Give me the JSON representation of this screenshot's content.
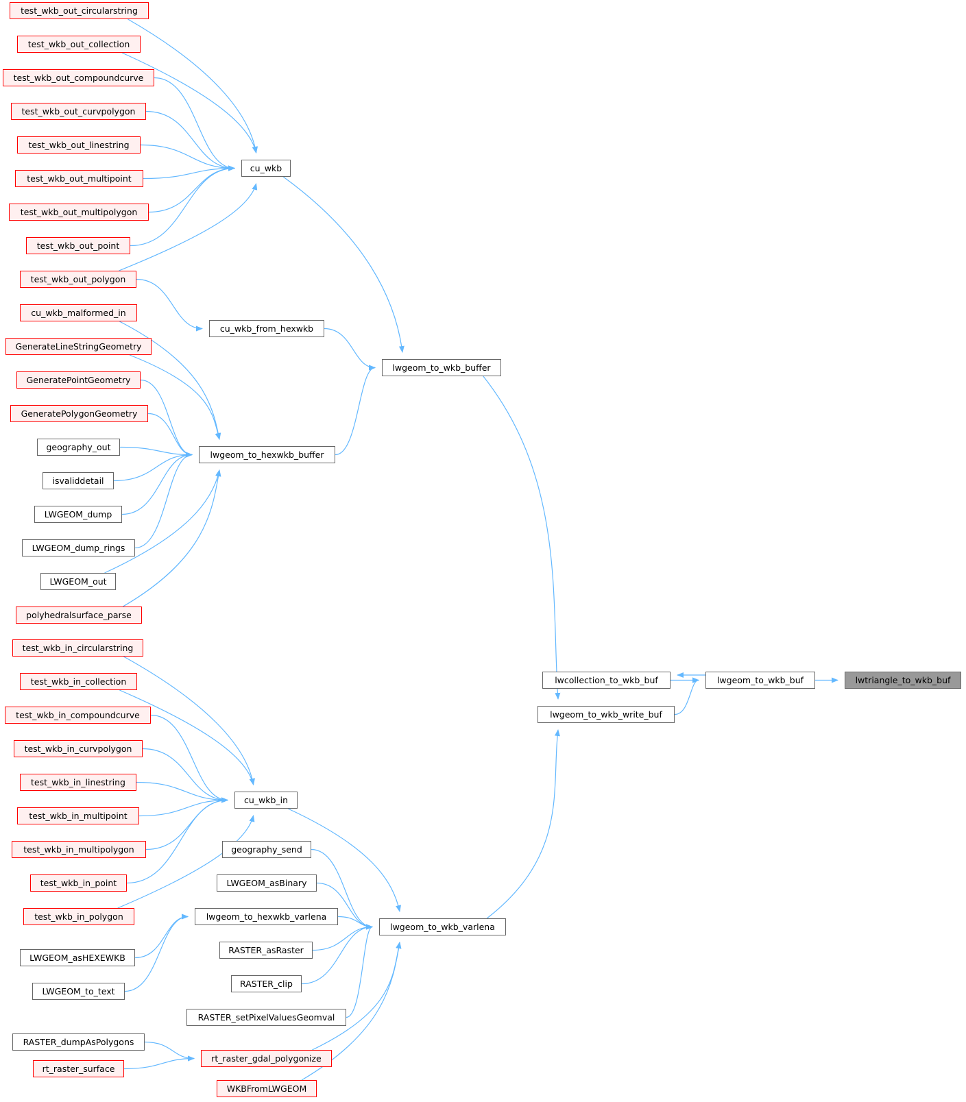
{
  "graph": {
    "title": "lwtriangle_to_wkb_buf caller graph",
    "colors": {
      "edge": "#63b8ff",
      "red_border": "#ff0000",
      "red_fill": "#fff0f0",
      "normal_border": "#666666",
      "focus_fill": "#999999"
    },
    "nodes": [
      {
        "id": "n0",
        "label": "lwtriangle_to_wkb_buf",
        "style": "gray"
      },
      {
        "id": "n1",
        "label": "lwgeom_to_wkb_buf",
        "style": "normal"
      },
      {
        "id": "n2",
        "label": "lwcollection_to_wkb_buf",
        "style": "normal"
      },
      {
        "id": "n3",
        "label": "lwgeom_to_wkb_write_buf",
        "style": "normal"
      },
      {
        "id": "n4",
        "label": "lwgeom_to_wkb_buffer",
        "style": "normal"
      },
      {
        "id": "n5",
        "label": "lwgeom_to_wkb_varlena",
        "style": "normal"
      },
      {
        "id": "n6",
        "label": "cu_wkb",
        "style": "normal"
      },
      {
        "id": "n7",
        "label": "cu_wkb_from_hexwkb",
        "style": "normal"
      },
      {
        "id": "n8",
        "label": "lwgeom_to_hexwkb_buffer",
        "style": "normal"
      },
      {
        "id": "n9",
        "label": "test_wkb_out_circularstring",
        "style": "red"
      },
      {
        "id": "n10",
        "label": "test_wkb_out_collection",
        "style": "red"
      },
      {
        "id": "n11",
        "label": "test_wkb_out_compoundcurve",
        "style": "red"
      },
      {
        "id": "n12",
        "label": "test_wkb_out_curvpolygon",
        "style": "red"
      },
      {
        "id": "n13",
        "label": "test_wkb_out_linestring",
        "style": "red"
      },
      {
        "id": "n14",
        "label": "test_wkb_out_multipoint",
        "style": "red"
      },
      {
        "id": "n15",
        "label": "test_wkb_out_multipolygon",
        "style": "red"
      },
      {
        "id": "n16",
        "label": "test_wkb_out_point",
        "style": "red"
      },
      {
        "id": "n17",
        "label": "test_wkb_out_polygon",
        "style": "red"
      },
      {
        "id": "n18",
        "label": "cu_wkb_malformed_in",
        "style": "red"
      },
      {
        "id": "n19",
        "label": "GenerateLineStringGeometry",
        "style": "red"
      },
      {
        "id": "n20",
        "label": "GeneratePointGeometry",
        "style": "red"
      },
      {
        "id": "n21",
        "label": "GeneratePolygonGeometry",
        "style": "red"
      },
      {
        "id": "n22",
        "label": "geography_out",
        "style": "normal"
      },
      {
        "id": "n23",
        "label": "isvaliddetail",
        "style": "normal"
      },
      {
        "id": "n24",
        "label": "LWGEOM_dump",
        "style": "normal"
      },
      {
        "id": "n25",
        "label": "LWGEOM_dump_rings",
        "style": "normal"
      },
      {
        "id": "n26",
        "label": "LWGEOM_out",
        "style": "normal"
      },
      {
        "id": "n27",
        "label": "polyhedralsurface_parse",
        "style": "red"
      },
      {
        "id": "n28",
        "label": "test_wkb_in_circularstring",
        "style": "red"
      },
      {
        "id": "n29",
        "label": "test_wkb_in_collection",
        "style": "red"
      },
      {
        "id": "n30",
        "label": "test_wkb_in_compoundcurve",
        "style": "red"
      },
      {
        "id": "n31",
        "label": "test_wkb_in_curvpolygon",
        "style": "red"
      },
      {
        "id": "n32",
        "label": "test_wkb_in_linestring",
        "style": "red"
      },
      {
        "id": "n33",
        "label": "test_wkb_in_multipoint",
        "style": "red"
      },
      {
        "id": "n34",
        "label": "test_wkb_in_multipolygon",
        "style": "red"
      },
      {
        "id": "n35",
        "label": "test_wkb_in_point",
        "style": "red"
      },
      {
        "id": "n36",
        "label": "test_wkb_in_polygon",
        "style": "red"
      },
      {
        "id": "n37",
        "label": "cu_wkb_in",
        "style": "normal"
      },
      {
        "id": "n38",
        "label": "geography_send",
        "style": "normal"
      },
      {
        "id": "n39",
        "label": "LWGEOM_asBinary",
        "style": "normal"
      },
      {
        "id": "n40",
        "label": "lwgeom_to_hexwkb_varlena",
        "style": "normal"
      },
      {
        "id": "n41",
        "label": "LWGEOM_asHEXEWKB",
        "style": "normal"
      },
      {
        "id": "n42",
        "label": "LWGEOM_to_text",
        "style": "normal"
      },
      {
        "id": "n43",
        "label": "RASTER_asRaster",
        "style": "normal"
      },
      {
        "id": "n44",
        "label": "RASTER_clip",
        "style": "normal"
      },
      {
        "id": "n45",
        "label": "RASTER_setPixelValuesGeomval",
        "style": "normal"
      },
      {
        "id": "n46",
        "label": "RASTER_dumpAsPolygons",
        "style": "normal"
      },
      {
        "id": "n47",
        "label": "rt_raster_gdal_polygonize",
        "style": "red"
      },
      {
        "id": "n48",
        "label": "rt_raster_surface",
        "style": "red"
      },
      {
        "id": "n49",
        "label": "WKBFromLWGEOM",
        "style": "red"
      }
    ],
    "edges": [
      [
        "n1",
        "n0"
      ],
      [
        "n2",
        "n1"
      ],
      [
        "n1",
        "n2"
      ],
      [
        "n3",
        "n1"
      ],
      [
        "n4",
        "n3"
      ],
      [
        "n5",
        "n3"
      ],
      [
        "n6",
        "n4"
      ],
      [
        "n7",
        "n4"
      ],
      [
        "n8",
        "n4"
      ],
      [
        "n9",
        "n6"
      ],
      [
        "n10",
        "n6"
      ],
      [
        "n11",
        "n6"
      ],
      [
        "n12",
        "n6"
      ],
      [
        "n13",
        "n6"
      ],
      [
        "n14",
        "n6"
      ],
      [
        "n15",
        "n6"
      ],
      [
        "n16",
        "n6"
      ],
      [
        "n17",
        "n6"
      ],
      [
        "n17",
        "n7"
      ],
      [
        "n18",
        "n8"
      ],
      [
        "n19",
        "n8"
      ],
      [
        "n20",
        "n8"
      ],
      [
        "n21",
        "n8"
      ],
      [
        "n22",
        "n8"
      ],
      [
        "n23",
        "n8"
      ],
      [
        "n24",
        "n8"
      ],
      [
        "n25",
        "n8"
      ],
      [
        "n26",
        "n8"
      ],
      [
        "n27",
        "n8"
      ],
      [
        "n28",
        "n37"
      ],
      [
        "n29",
        "n37"
      ],
      [
        "n30",
        "n37"
      ],
      [
        "n31",
        "n37"
      ],
      [
        "n32",
        "n37"
      ],
      [
        "n33",
        "n37"
      ],
      [
        "n34",
        "n37"
      ],
      [
        "n35",
        "n37"
      ],
      [
        "n36",
        "n37"
      ],
      [
        "n37",
        "n5"
      ],
      [
        "n38",
        "n5"
      ],
      [
        "n39",
        "n5"
      ],
      [
        "n40",
        "n5"
      ],
      [
        "n43",
        "n5"
      ],
      [
        "n44",
        "n5"
      ],
      [
        "n45",
        "n5"
      ],
      [
        "n47",
        "n5"
      ],
      [
        "n49",
        "n5"
      ],
      [
        "n41",
        "n40"
      ],
      [
        "n42",
        "n40"
      ],
      [
        "n46",
        "n47"
      ],
      [
        "n48",
        "n47"
      ]
    ]
  }
}
